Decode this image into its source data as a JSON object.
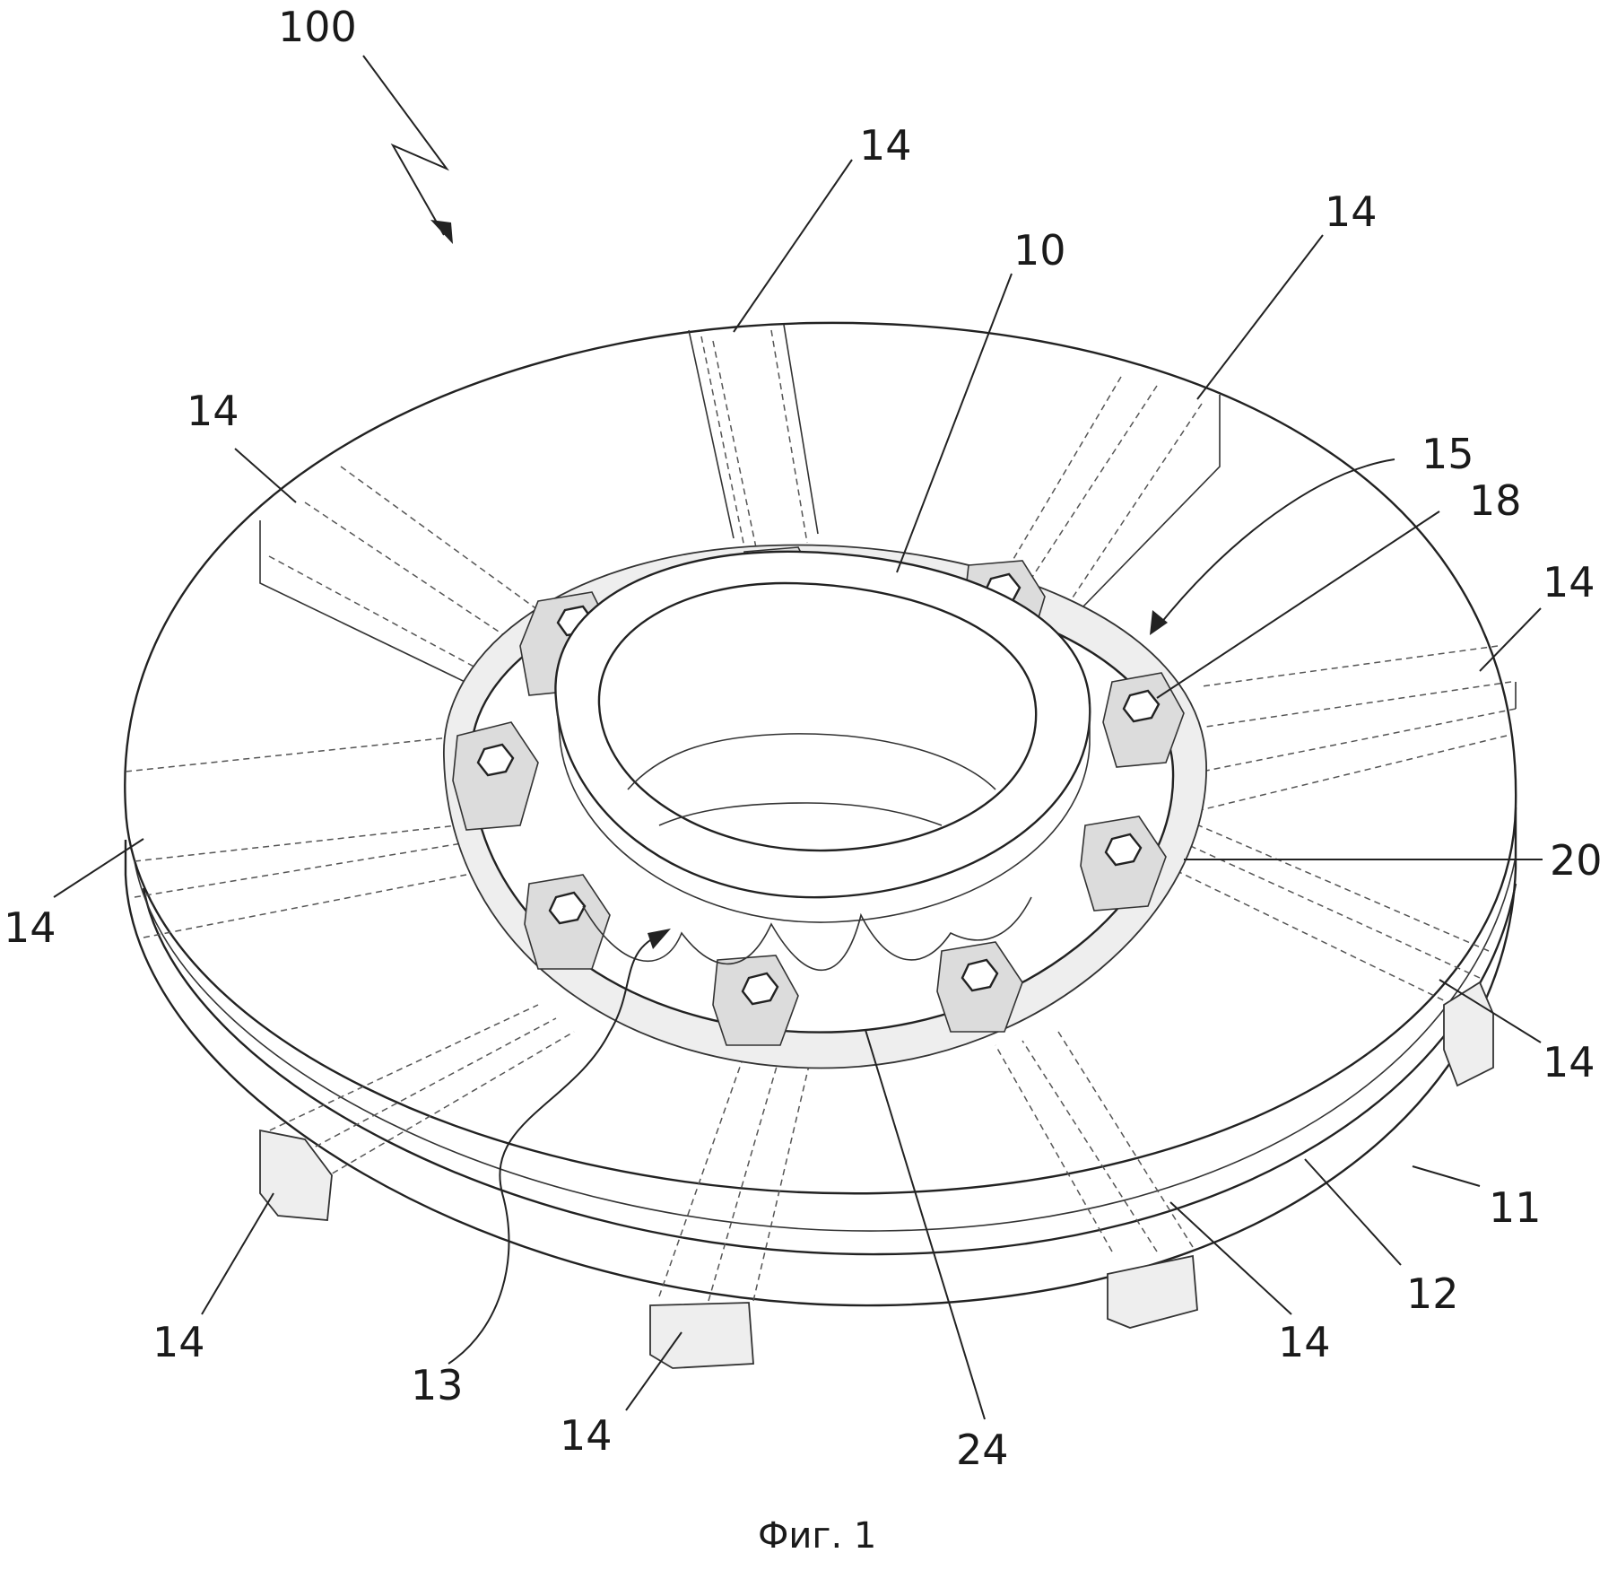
{
  "figure": {
    "caption": "Фиг. 1",
    "labels": {
      "assembly": "100",
      "hub": "10",
      "disc_outer": "11",
      "disc_ring": "12",
      "flange": "13",
      "spoke": "14",
      "arrow_15": "15",
      "bolt": "18",
      "ref_20": "20",
      "ref_24": "24"
    }
  }
}
